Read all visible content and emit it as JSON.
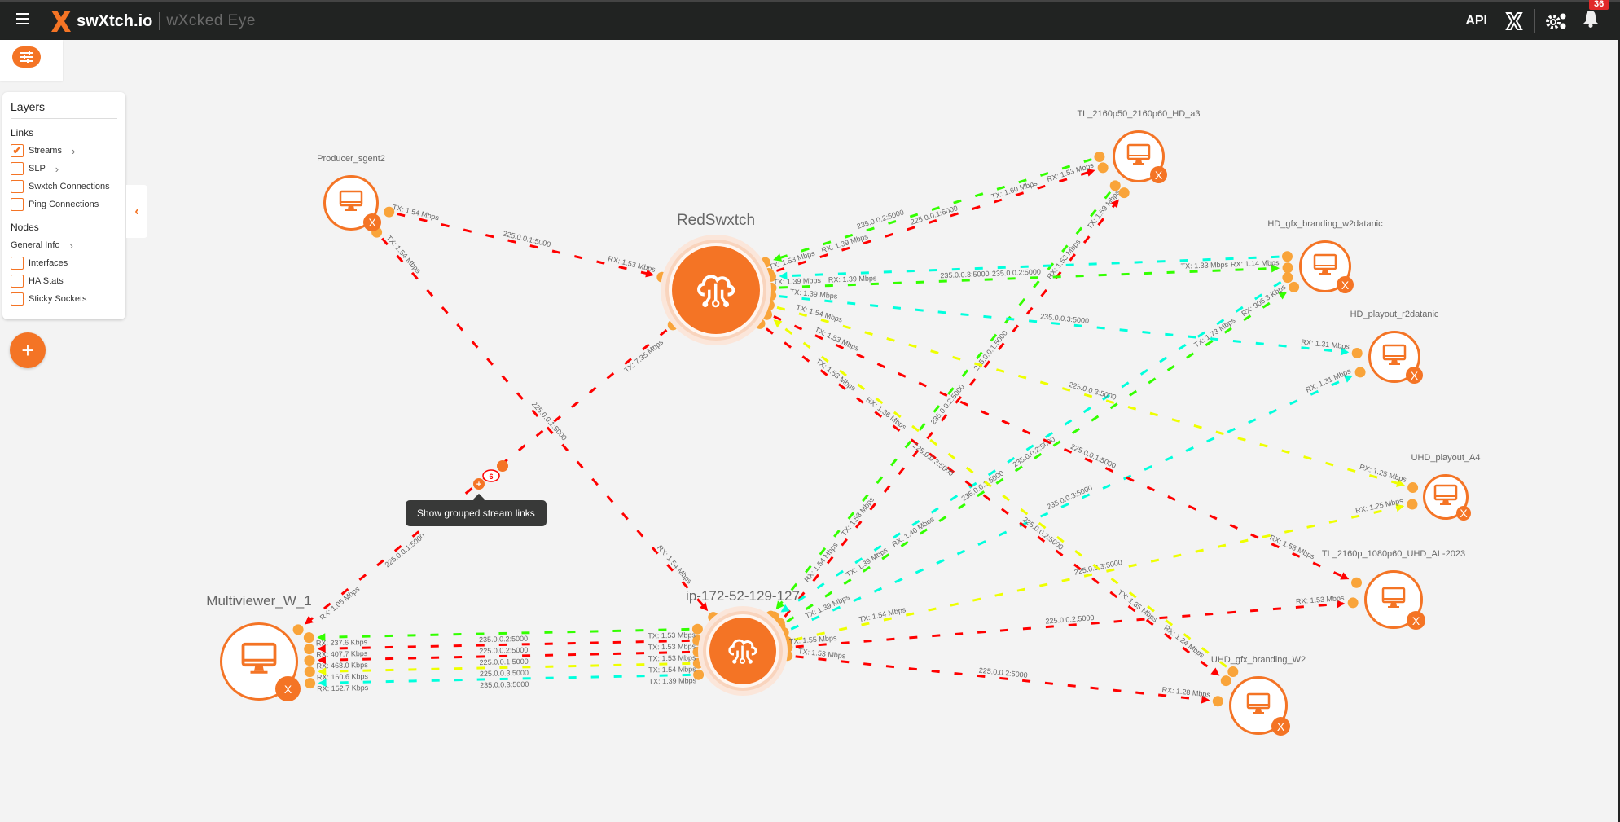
{
  "header": {
    "brand": "swXtch.io",
    "product": "wXcked Eye",
    "api_label": "API",
    "notifications_count": "36"
  },
  "layers": {
    "title": "Layers",
    "links_heading": "Links",
    "nodes_heading": "Nodes",
    "links": [
      {
        "label": "Streams",
        "checked": true,
        "expand": true
      },
      {
        "label": "SLP",
        "checked": false,
        "expand": true
      },
      {
        "label": "Swxtch Connections",
        "checked": false
      },
      {
        "label": "Ping Connections",
        "checked": false
      }
    ],
    "general_info": "General Info",
    "nodes": [
      {
        "label": "Interfaces",
        "checked": false
      },
      {
        "label": "HA Stats",
        "checked": false
      },
      {
        "label": "Sticky Sockets",
        "checked": false
      }
    ]
  },
  "tooltip": "Show grouped stream links",
  "group_count": "6",
  "colors": {
    "accent": "#f47425",
    "red": "#ff0000",
    "green": "#33ff00",
    "cyan": "#00ffdd",
    "yellow": "#eeff00",
    "endpoint": "#f9a43a"
  },
  "nodes": [
    {
      "id": "producer",
      "label": "Producer_sgent2",
      "type": "client"
    },
    {
      "id": "red",
      "label": "RedSwxtch",
      "type": "swxtch"
    },
    {
      "id": "ip",
      "label": "ip-172-52-129-127",
      "type": "swxtch"
    },
    {
      "id": "mv",
      "label": "Multiviewer_W_1",
      "type": "client"
    },
    {
      "id": "tla3",
      "label": "TL_2160p50_2160p60_HD_a3",
      "type": "client"
    },
    {
      "id": "hdgfx",
      "label": "HD_gfx_branding_w2datanic",
      "type": "client"
    },
    {
      "id": "hdplay",
      "label": "HD_playout_r2datanic",
      "type": "client"
    },
    {
      "id": "uhda4",
      "label": "UHD_playout_A4",
      "type": "client"
    },
    {
      "id": "tluhd",
      "label": "TL_2160p_1080p60_UHD_AL-2023",
      "type": "client"
    },
    {
      "id": "uhdgfx",
      "label": "UHD_gfx_branding_W2",
      "type": "client"
    }
  ],
  "links": [
    {
      "from": "producer",
      "to": "red",
      "color": "red",
      "group": "225.0.0.1:5000",
      "tx": "TX: 1.54 Mbps",
      "rx": "RX: 1.53 Mbps"
    },
    {
      "from": "producer",
      "to": "ip",
      "color": "red",
      "group": "225.0.0.1:5000",
      "tx": "TX: 1.54 Mbps",
      "rx": "RX: 1.54 Mbps"
    },
    {
      "from": "red",
      "to": "mv",
      "color": "red",
      "group": "225.0.0.1:5000",
      "tx": "TX: 7.35 Mbps",
      "rx": "RX: 1.05 Mbps"
    },
    {
      "from": "ip",
      "to": "mv",
      "color": "cyan",
      "group": "235.0.0.3:5000",
      "tx": "TX: 1.39 Mbps",
      "rx": "RX: 152.7 Kbps"
    },
    {
      "from": "ip",
      "to": "mv",
      "color": "yellow",
      "group": "225.0.0.3:5000",
      "tx": "TX: 1.54 Mbps",
      "rx": "RX: 160.6 Kbps"
    },
    {
      "from": "ip",
      "to": "mv",
      "color": "red",
      "group": "225.0.0.1:5000",
      "tx": "TX: 1.53 Mbps",
      "rx": "RX: 468.0 Kbps"
    },
    {
      "from": "ip",
      "to": "mv",
      "color": "red",
      "group": "225.0.0.2:5000",
      "tx": "TX: 1.53 Mbps",
      "rx": "RX: 407.7 Kbps"
    },
    {
      "from": "ip",
      "to": "mv",
      "color": "green",
      "group": "235.0.0.2:5000",
      "tx": "TX: 1.53 Mbps",
      "rx": "RX: 237.6 Kbps"
    },
    {
      "from": "red",
      "to": "tla3",
      "color": "red",
      "group": "225.0.0.1:5000",
      "tx": "TX: 1.53 Mbps",
      "rx": "RX: 1.53 Mbps"
    },
    {
      "from": "tla3",
      "to": "red",
      "color": "green",
      "group": "235.0.0.2:5000",
      "tx": "TX: 1.60 Mbps",
      "rx": "RX: 1.39 Mbps"
    },
    {
      "from": "tla3",
      "to": "ip",
      "color": "green",
      "group": "235.0.0.2:5000",
      "tx": "TX: 1.59 Mbps",
      "rx": "RX: 1.54 Mbps"
    },
    {
      "from": "ip",
      "to": "tla3",
      "color": "red",
      "group": "225.0.0.1:5000",
      "tx": "TX: 1.53 Mbps",
      "rx": "RX: 1.53 Mbps"
    },
    {
      "from": "red",
      "to": "hdgfx",
      "color": "green",
      "group": "235.0.0.2:5000",
      "tx": "TX: 1.39 Mbps",
      "rx": "RX: 1.14 Mbps"
    },
    {
      "from": "hdgfx",
      "to": "red",
      "color": "cyan",
      "group": "235.0.0.3:5000",
      "tx": "TX: 1.33 Mbps",
      "rx": "RX: 1.39 Mbps"
    },
    {
      "from": "ip",
      "to": "hdgfx",
      "color": "green",
      "group": "235.0.0.2:5000",
      "tx": "TX: 1.39 Mbps",
      "rx": "RX: 906.3 Kbps"
    },
    {
      "from": "hdgfx",
      "to": "ip",
      "color": "cyan",
      "group": "235.0.0.3:5000",
      "tx": "TX: 1.73 Mbps",
      "rx": "RX: 1.40 Mbps"
    },
    {
      "from": "red",
      "to": "hdplay",
      "color": "cyan",
      "group": "235.0.0.3:5000",
      "tx": "TX: 1.39 Mbps",
      "rx": "RX: 1.31 Mbps"
    },
    {
      "from": "ip",
      "to": "hdplay",
      "color": "cyan",
      "group": "235.0.0.3:5000",
      "tx": "TX: 1.39 Mbps",
      "rx": "RX: 1.31 Mbps"
    },
    {
      "from": "red",
      "to": "uhda4",
      "color": "yellow",
      "group": "225.0.0.3:5000",
      "tx": "TX: 1.54 Mbps",
      "rx": "RX: 1.25 Mbps"
    },
    {
      "from": "ip",
      "to": "uhda4",
      "color": "yellow",
      "group": "225.0.0.3:5000",
      "tx": "TX: 1.54 Mbps",
      "rx": "RX: 1.25 Mbps"
    },
    {
      "from": "red",
      "to": "tluhd",
      "color": "red",
      "group": "225.0.0.1:5000",
      "tx": "TX: 1.53 Mbps",
      "rx": "RX: 1.53 Mbps"
    },
    {
      "from": "ip",
      "to": "tluhd",
      "color": "red",
      "group": "225.0.0.2:5000",
      "tx": "TX: 1.55 Mbps",
      "rx": "RX: 1.53 Mbps"
    },
    {
      "from": "red",
      "to": "uhdgfx",
      "color": "red",
      "group": "225.0.0.2:5000",
      "tx": "TX: 1.53 Mbps",
      "rx": "RX: 1.24 Mbps"
    },
    {
      "from": "ip",
      "to": "uhdgfx",
      "color": "red",
      "group": "225.0.0.2:5000",
      "tx": "TX: 1.53 Mbps",
      "rx": "RX: 1.28 Mbps"
    },
    {
      "from": "uhdgfx",
      "to": "red",
      "color": "yellow",
      "group": "225.0.0.3:5000",
      "tx": "TX: 1.35 Mbps",
      "rx": "RX: 1.36 Mbps"
    }
  ]
}
